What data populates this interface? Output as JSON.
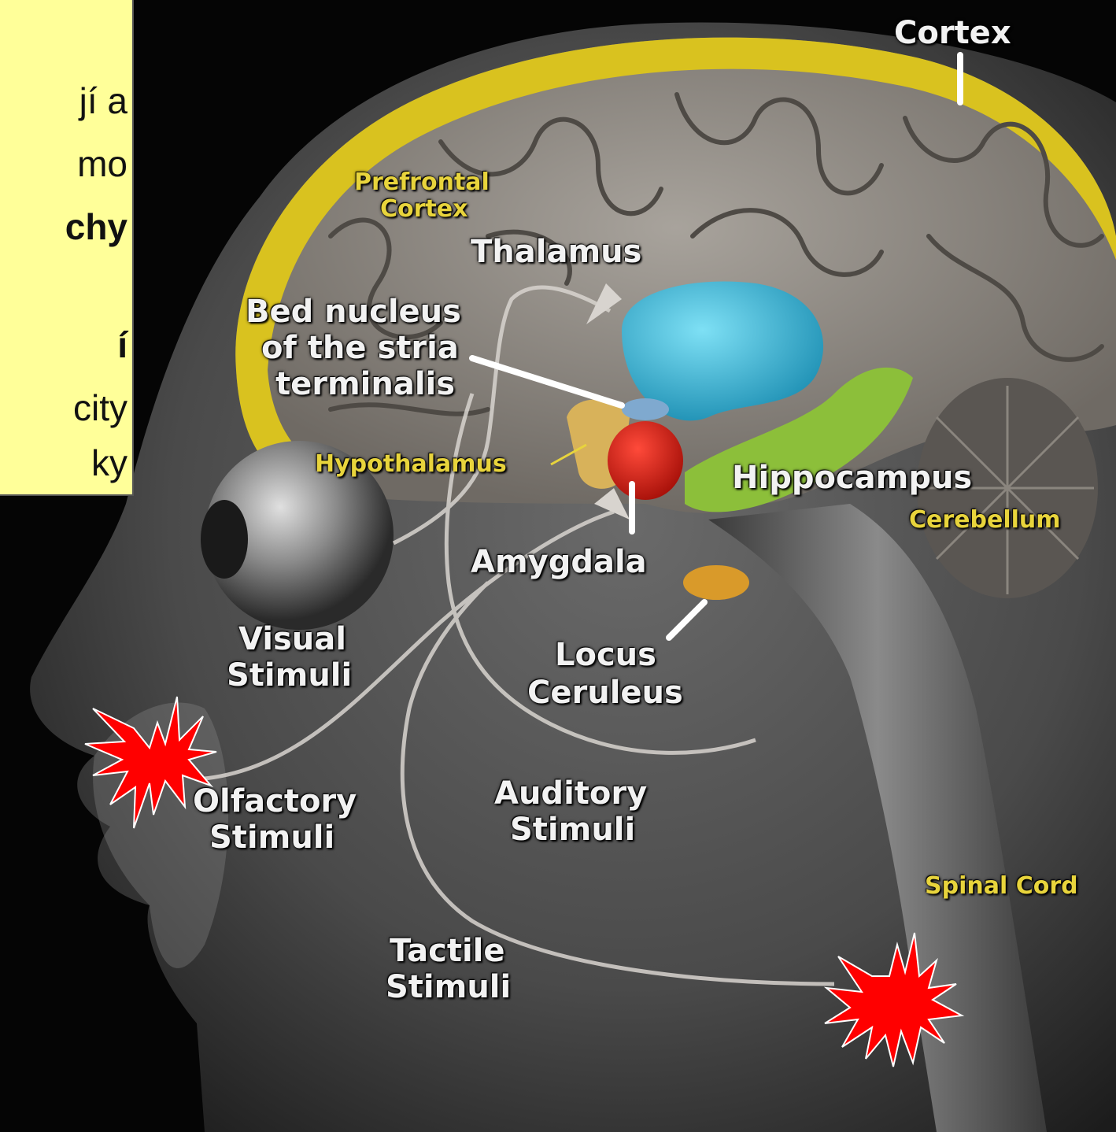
{
  "note_box": {
    "lines": [
      "jí a",
      "mo",
      "chy",
      "í",
      "city",
      "ky"
    ]
  },
  "labels": {
    "cortex": "Cortex",
    "prefrontal_cortex_1": "Prefrontal",
    "prefrontal_cortex_2": "Cortex",
    "thalamus": "Thalamus",
    "bed_nucleus_1": "Bed nucleus",
    "bed_nucleus_2": "of the stria",
    "bed_nucleus_3": "terminalis",
    "hypothalamus": "Hypothalamus",
    "hippocampus": "Hippocampus",
    "cerebellum": "Cerebellum",
    "amygdala": "Amygdala",
    "visual_1": "Visual",
    "visual_2": "Stimuli",
    "locus_1": "Locus",
    "locus_2": "Ceruleus",
    "olfactory_1": "Olfactory",
    "olfactory_2": "Stimuli",
    "auditory_1": "Auditory",
    "auditory_2": "Stimuli",
    "spinal_cord": "Spinal Cord",
    "tactile_1": "Tactile",
    "tactile_2": "Stimuli"
  },
  "colors": {
    "cortex": "#d9c21f",
    "thalamus": "#3fb8d8",
    "hippocampus": "#8cbf3a",
    "amygdala": "#d81b12",
    "hypothalamus": "#d8b25a",
    "bed_nucleus": "#7fa9cf",
    "locus_ceruleus": "#d99a2a",
    "star": "#ff0000"
  }
}
